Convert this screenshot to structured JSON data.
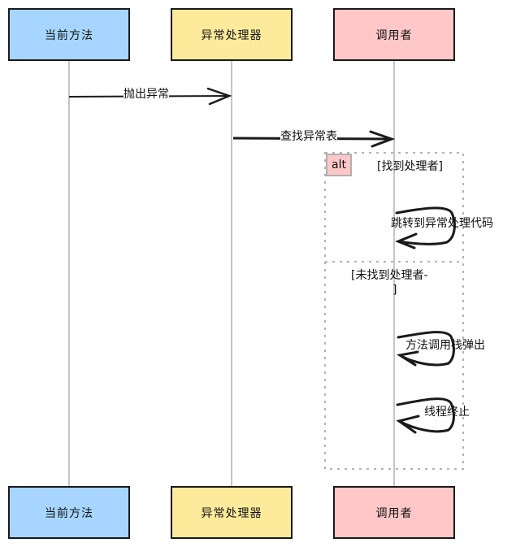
{
  "participants": [
    {
      "id": "current-method",
      "label": "当前方法",
      "color": "#a6d6ff"
    },
    {
      "id": "exception-handler",
      "label": "异常处理器",
      "color": "#fdeb9b"
    },
    {
      "id": "caller",
      "label": "调用者",
      "color": "#ffc7c7"
    }
  ],
  "messages": [
    {
      "from": "current-method",
      "to": "exception-handler",
      "label": "抛出异常"
    },
    {
      "from": "exception-handler",
      "to": "caller",
      "label": "查找异常表"
    }
  ],
  "alt_fragment": {
    "tag": "alt",
    "sections": [
      {
        "condition": "[找到处理者]",
        "self_messages": [
          "跳转到异常处理代码"
        ]
      },
      {
        "condition_line1": "[未找到处理者-",
        "condition_line2": "]",
        "self_messages": [
          "方法调用栈弹出",
          "线程终止"
        ]
      }
    ]
  },
  "colors": {
    "stroke": "#1a1a1a",
    "lifeline": "#b3b3b3",
    "fragment_border": "#b3b3b3"
  }
}
